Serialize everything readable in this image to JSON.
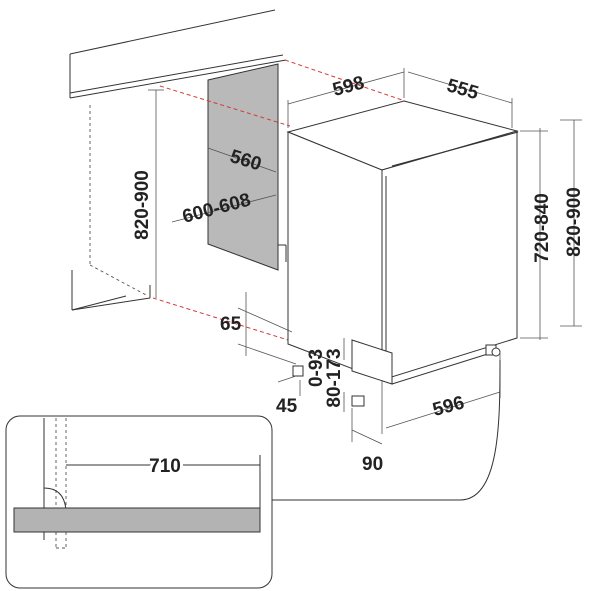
{
  "dimensions": {
    "width_598": "598",
    "depth_555": "555",
    "niche_depth_560": "560",
    "niche_width_600_608": "600-608",
    "niche_height_820_900": "820-900",
    "height_720_840": "720-840",
    "total_height_820_900": "820-900",
    "plinth_65": "65",
    "plinth_0_93": "0-93",
    "door_80_173": "80-173",
    "leg_45": "45",
    "width_596": "596",
    "offset_90": "90",
    "door_710": "710"
  },
  "colors": {
    "line": "#333333",
    "dimension_text": "#222222",
    "niche_back_fill": "#b9b9b9",
    "worktop_fill": "#b3b3b3",
    "hidden_red": "#d23a3a"
  }
}
